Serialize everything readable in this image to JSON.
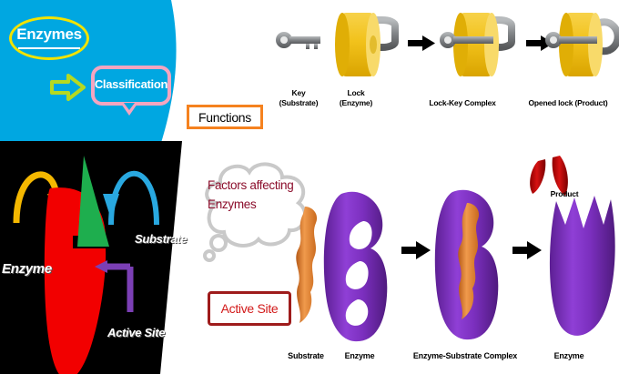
{
  "colors": {
    "cyan_panel": "#00a7e1",
    "black_panel": "#000000",
    "ellipse_yellow": "#f2e300",
    "arrow_green": "#b5d921",
    "bubble_pink": "#f4a5c0",
    "functions_orange": "#f5821f",
    "active_site_red": "#9e1b1b",
    "active_text_red": "#d21919",
    "cloud_text_maroon": "#8b0d2b",
    "enzyme_red": "#f20000",
    "substrate_green": "#1eae4e",
    "active_site_purple": "#7b3fb5",
    "arrow_yellow": "#f5b800",
    "arrow_blue": "#29a8e0",
    "lock_yellow": "#f2c21b",
    "shackle_gray": "#6d6e71",
    "enzyme_purple": "#7b2fbe",
    "substrate_orange": "#e8833a",
    "product_red": "#c00000"
  },
  "left_top": {
    "title": "Enzymes",
    "arrow": "right-arrow-icon",
    "bubble_label": "Classification"
  },
  "left_bottom": {
    "labels": {
      "enzyme": "Enzyme",
      "substrate": "Substrate",
      "active_site": "Active Site"
    },
    "arrows": [
      "curved-arrow-yellow-icon",
      "curved-arrow-blue-icon",
      "active-site-pointer-icon"
    ]
  },
  "center_callouts": {
    "functions": "Functions",
    "cloud_line1": "Factors affecting",
    "cloud_line2": "Enzymes",
    "active_site": "Active Site"
  },
  "lock_key_row": {
    "steps": [
      {
        "name": "key",
        "line1": "Key",
        "line2": "(Substrate)"
      },
      {
        "name": "lock",
        "line1": "Lock",
        "line2": "(Enzyme)"
      },
      {
        "name": "complex",
        "line1": "Lock-Key Complex",
        "line2": ""
      },
      {
        "name": "product",
        "line1": "Opened lock (Product)",
        "line2": ""
      }
    ]
  },
  "enzyme_row": {
    "steps": [
      {
        "name": "substrate",
        "label": "Substrate"
      },
      {
        "name": "enzyme",
        "label": "Enzyme"
      },
      {
        "name": "complex",
        "label": "Enzyme-Substrate Complex"
      },
      {
        "name": "enzyme_free",
        "label": "Enzyme"
      }
    ],
    "product_label": "Product"
  }
}
